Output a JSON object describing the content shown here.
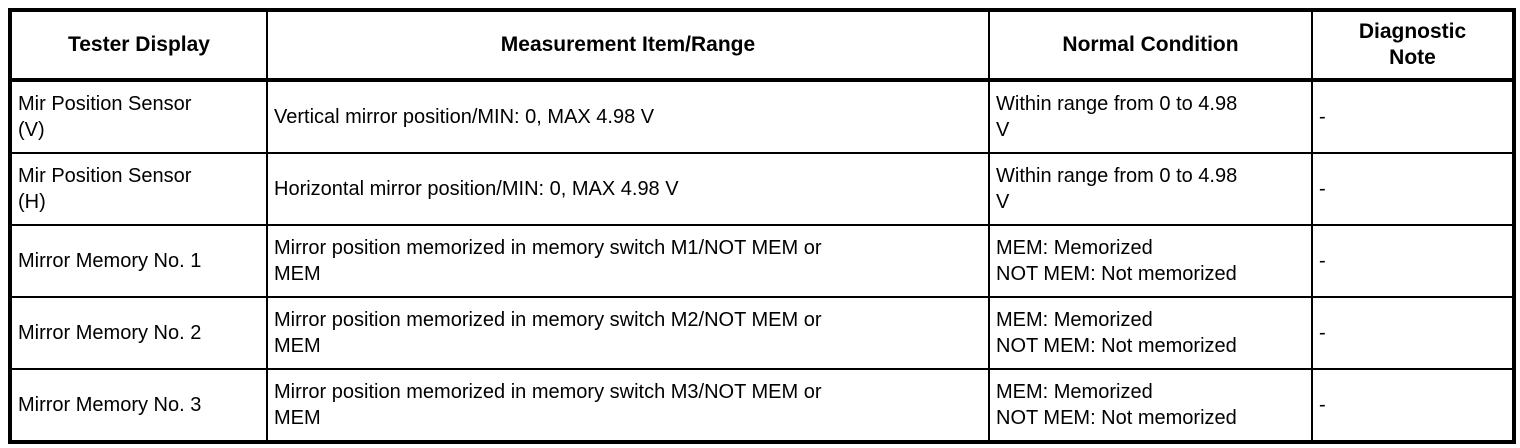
{
  "table": {
    "colors": {
      "border": "#000000",
      "background": "#ffffff",
      "text": "#000000"
    },
    "columns": [
      {
        "label": "Tester Display"
      },
      {
        "label": "Measurement Item/Range"
      },
      {
        "label": "Normal Condition"
      },
      {
        "label": "Diagnostic\nNote"
      }
    ],
    "rows": [
      {
        "tester_display": "Mir Position Sensor\n(V)",
        "measurement_item_range": "Vertical mirror position/MIN: 0, MAX 4.98 V",
        "normal_condition": "Within range from 0 to 4.98\nV",
        "diagnostic_note": "-"
      },
      {
        "tester_display": "Mir Position Sensor\n(H)",
        "measurement_item_range": "Horizontal mirror position/MIN: 0, MAX 4.98 V",
        "normal_condition": "Within range from 0 to 4.98\nV",
        "diagnostic_note": "-"
      },
      {
        "tester_display": "Mirror Memory No. 1",
        "measurement_item_range": "Mirror position memorized in memory switch M1/NOT MEM or\nMEM",
        "normal_condition": "MEM: Memorized\nNOT MEM: Not memorized",
        "diagnostic_note": "-"
      },
      {
        "tester_display": "Mirror Memory No. 2",
        "measurement_item_range": "Mirror position memorized in memory switch M2/NOT MEM or\nMEM",
        "normal_condition": "MEM: Memorized\nNOT MEM: Not memorized",
        "diagnostic_note": "-"
      },
      {
        "tester_display": "Mirror Memory No. 3",
        "measurement_item_range": "Mirror position memorized in memory switch M3/NOT MEM or\nMEM",
        "normal_condition": "MEM: Memorized\nNOT MEM: Not memorized",
        "diagnostic_note": "-"
      }
    ]
  }
}
